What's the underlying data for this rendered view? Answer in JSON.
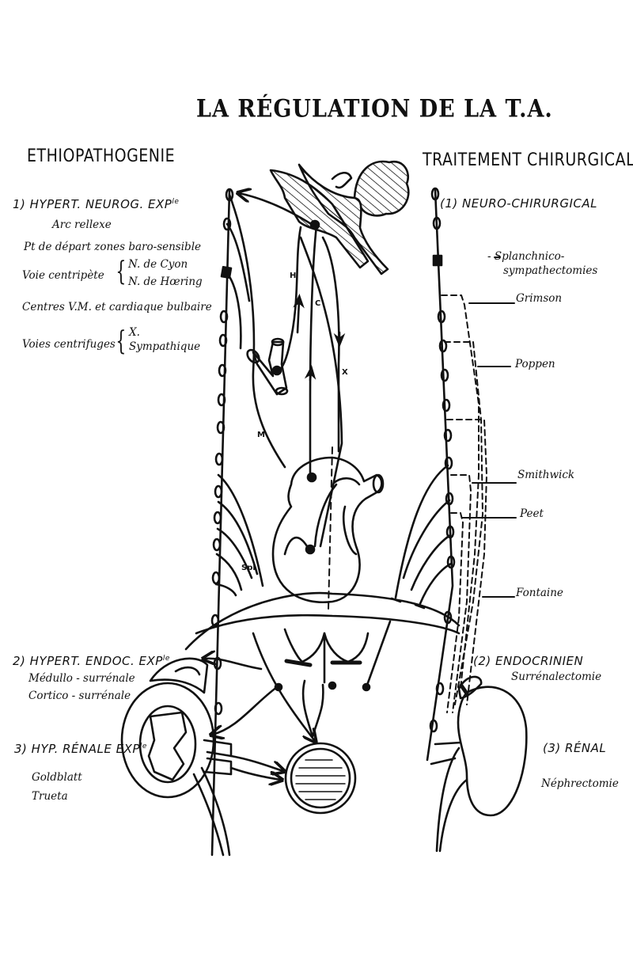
{
  "title": "LA RÉGULATION DE LA T.A.",
  "left_column": {
    "heading": "ETHIOPATHOGENIE",
    "section1": {
      "label": "1) HYPERT. NEUROG. EXP",
      "label_sup": "le",
      "items": [
        "Arc rellexe",
        "Pt de départ zones baro-sensible"
      ],
      "centripetal": {
        "label": "Voie centripète",
        "branches": [
          "N. de Cyon",
          "N. de Hœring"
        ]
      },
      "centres": "Centres V.M. et cardiaque bulbaire",
      "centrifugal": {
        "label": "Voies centrifuges",
        "branches": [
          "X.",
          "Sympathique"
        ]
      }
    },
    "section2": {
      "label": "2) HYPERT. ENDOC. EXP",
      "label_sup": "le",
      "items": [
        "Médullo - surrénale",
        "Cortico - surrénale"
      ]
    },
    "section3": {
      "label": "3) HYP. RÉNALE EXP",
      "label_sup": "le",
      "items": [
        "Goldblatt",
        "Trueta"
      ]
    }
  },
  "right_column": {
    "heading": "TRAITEMENT CHIRURGICAL",
    "section1": {
      "label": "(1) NEURO-CHIRURGICAL",
      "splanchnic": [
        "- Splanchnico-",
        "sympathectomies"
      ],
      "procedures": [
        "Grimson",
        "Poppen",
        "Smithwick",
        "Peet",
        "Fontaine"
      ]
    },
    "section2": {
      "label": "(2) ENDOCRINIEN",
      "item": "Surrénalectomie"
    },
    "section3": {
      "label": "(3) RÉNAL",
      "item": "Néphrectomie"
    }
  },
  "diagram_labels": {
    "H": "H",
    "C": "C",
    "X": "X",
    "M": "M",
    "Spl": "Spl"
  }
}
